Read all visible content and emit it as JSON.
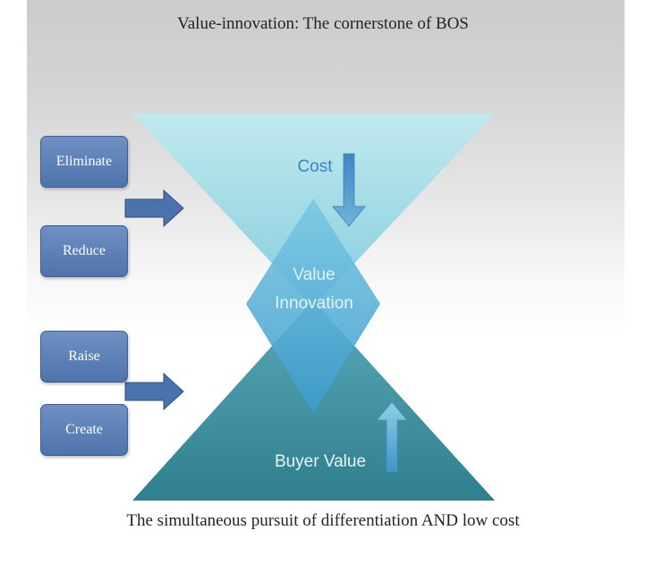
{
  "title": "Value-innovation: The cornerstone of BOS",
  "subtitle": "The simultaneous pursuit of differentiation AND low cost",
  "boxes": {
    "eliminate": "Eliminate",
    "reduce": "Reduce",
    "raise": "Raise",
    "create": "Create"
  },
  "diagram": {
    "cost": "Cost",
    "value_line1": "Value",
    "value_line2": "Innovation",
    "buyer_value": "Buyer Value"
  },
  "colors": {
    "top_triangle": "#a8dfe8",
    "bottom_triangle": "#3a8a9a",
    "diamond": "#4aa6cf",
    "box": "#5a7db5",
    "arrow": "#4a72ad"
  }
}
